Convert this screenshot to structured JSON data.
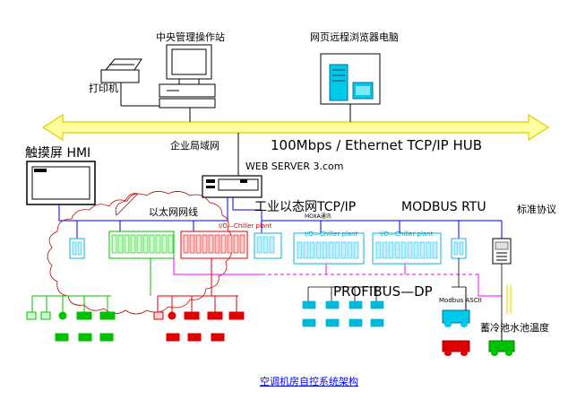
{
  "header": {
    "central_station": "中央管理操作站",
    "web_browser_pc": "网页远程浏览器电脑",
    "printer": "打印机",
    "lan": "企业局域网",
    "hub": "100Mbps / Ethernet TCP/IP HUB",
    "web_server": "WEB SERVER 3.com",
    "touchscreen": "触摸屏 HMI"
  },
  "network": {
    "ethernet_cable": "以太网网线",
    "industrial_ethernet": "工业以态网TCP/IP",
    "moxa": "MOXA通讯",
    "modbus_rtu": "MODBUS RTU",
    "standard_protocol": "标准协议",
    "chiller_plant": "I/O—Chiller plant",
    "profibus": "PROFIBUS—DP",
    "modbus_ascii": "Modbus ASCII",
    "storage_temp": "蓄冷池水池温度"
  },
  "footer": {
    "title": "空调机房自控系统架构"
  },
  "colors": {
    "blue": "#0000ff",
    "green": "#00c000",
    "red": "#e00000",
    "cyan": "#00b8d8",
    "magenta": "#ff00ff",
    "yellow": "#e6e600",
    "rail_fill": "#ffffa0"
  }
}
